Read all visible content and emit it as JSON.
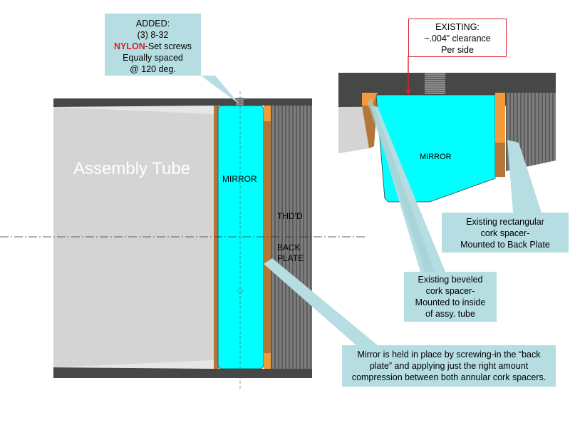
{
  "tube_label": "Assembly Tube",
  "mirror_label_left": "MIRROR",
  "mirror_label_right": "MIRROR",
  "backplate_line1": "THD'D",
  "backplate_line2": "BACK",
  "backplate_line3": "PLATE",
  "callout_added": {
    "line1": "ADDED:",
    "line2": "(3) 8-32",
    "highlight": "NYLON",
    "line3_rest": "-Set screws",
    "line4": "Equally spaced",
    "line5": "@ 120 deg."
  },
  "callout_existing_clearance": {
    "line1": "EXISTING:",
    "line2": "~.004” clearance",
    "line3": "Per side"
  },
  "callout_rect_cork": {
    "line1": "Existing rectangular",
    "line2": "cork spacer-",
    "line3": "Mounted to Back Plate"
  },
  "callout_beveled_cork": {
    "line1": "Existing beveled",
    "line2": "cork spacer-",
    "line3": "Mounted to inside",
    "line4": "of assy. tube"
  },
  "callout_mirror_held": {
    "line1": "Mirror is held in place by screwing-in the “back",
    "line2": "plate” and applying just the right amount",
    "line3": "compression between both annular cork spacers."
  },
  "colors": {
    "tube_gray": "#d3d3d3",
    "wall_dark": "#4a4a4a",
    "mirror_cyan": "#00ffff",
    "cork_orange": "#f39a3c",
    "cork_brown": "#b3763a",
    "backplate_gray": "#808080",
    "callout_fill": "#b5dde2",
    "highlight_red": "#e01f26"
  }
}
